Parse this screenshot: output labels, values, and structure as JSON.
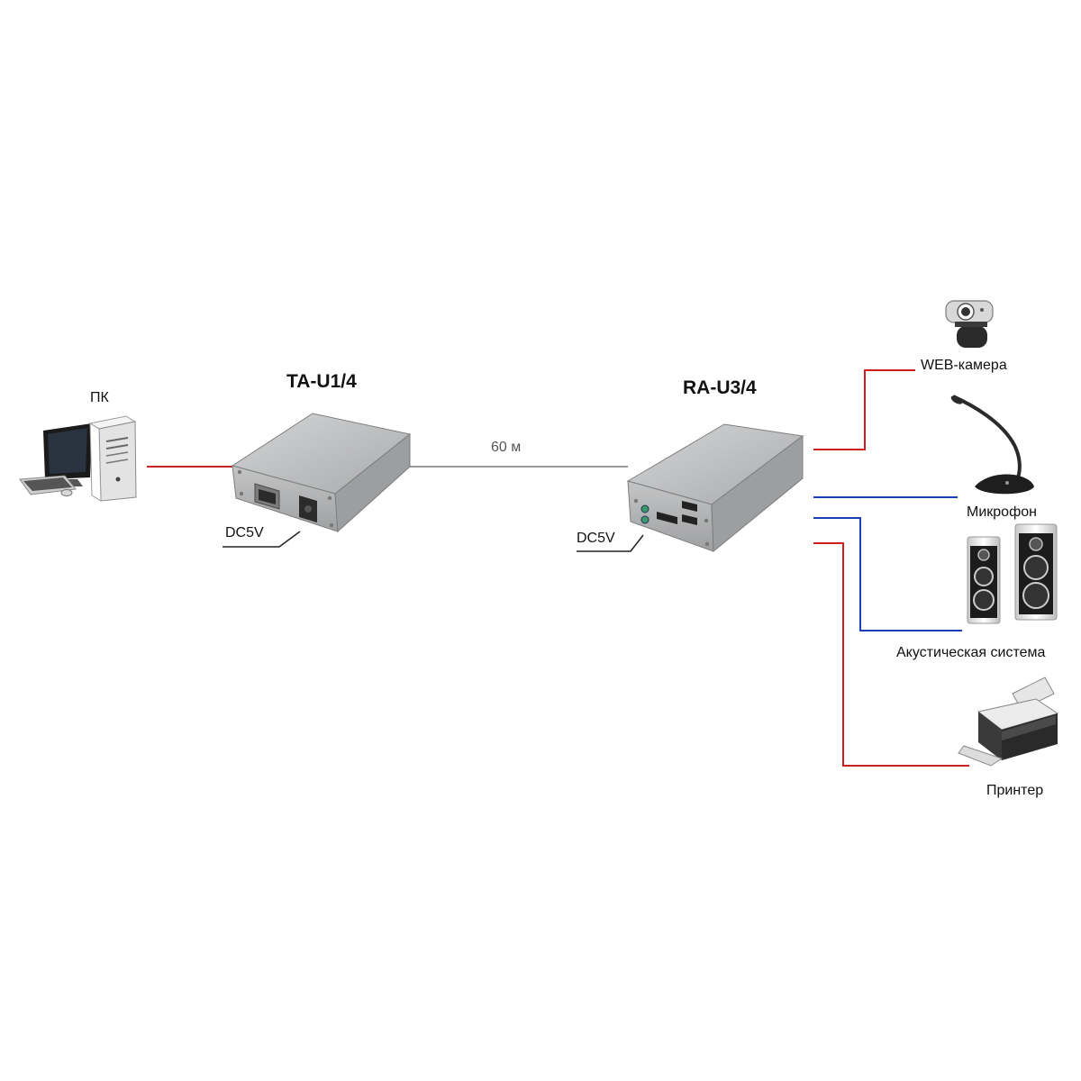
{
  "pc": {
    "label": "ПК"
  },
  "transmitter": {
    "model": "TA-U1/4",
    "power_label": "DC5V"
  },
  "receiver": {
    "model": "RA-U3/4",
    "power_label": "DC5V"
  },
  "link": {
    "distance": "60 м"
  },
  "devices": [
    {
      "name": "WEB-камера",
      "icon": "webcam-icon",
      "line_color": "#cc2020"
    },
    {
      "name": "Микрофон",
      "icon": "microphone-icon",
      "line_color": "#1a3fb0"
    },
    {
      "name": "Акустическая система",
      "icon": "speakers-icon",
      "line_color": "#1a3fb0"
    },
    {
      "name": "Принтер",
      "icon": "printer-icon",
      "line_color": "#cc2020"
    }
  ],
  "colors": {
    "usb_line": "#cc2020",
    "audio_line": "#1a3fb0",
    "cat_line": "#999999",
    "device_case": "#b9babb"
  }
}
